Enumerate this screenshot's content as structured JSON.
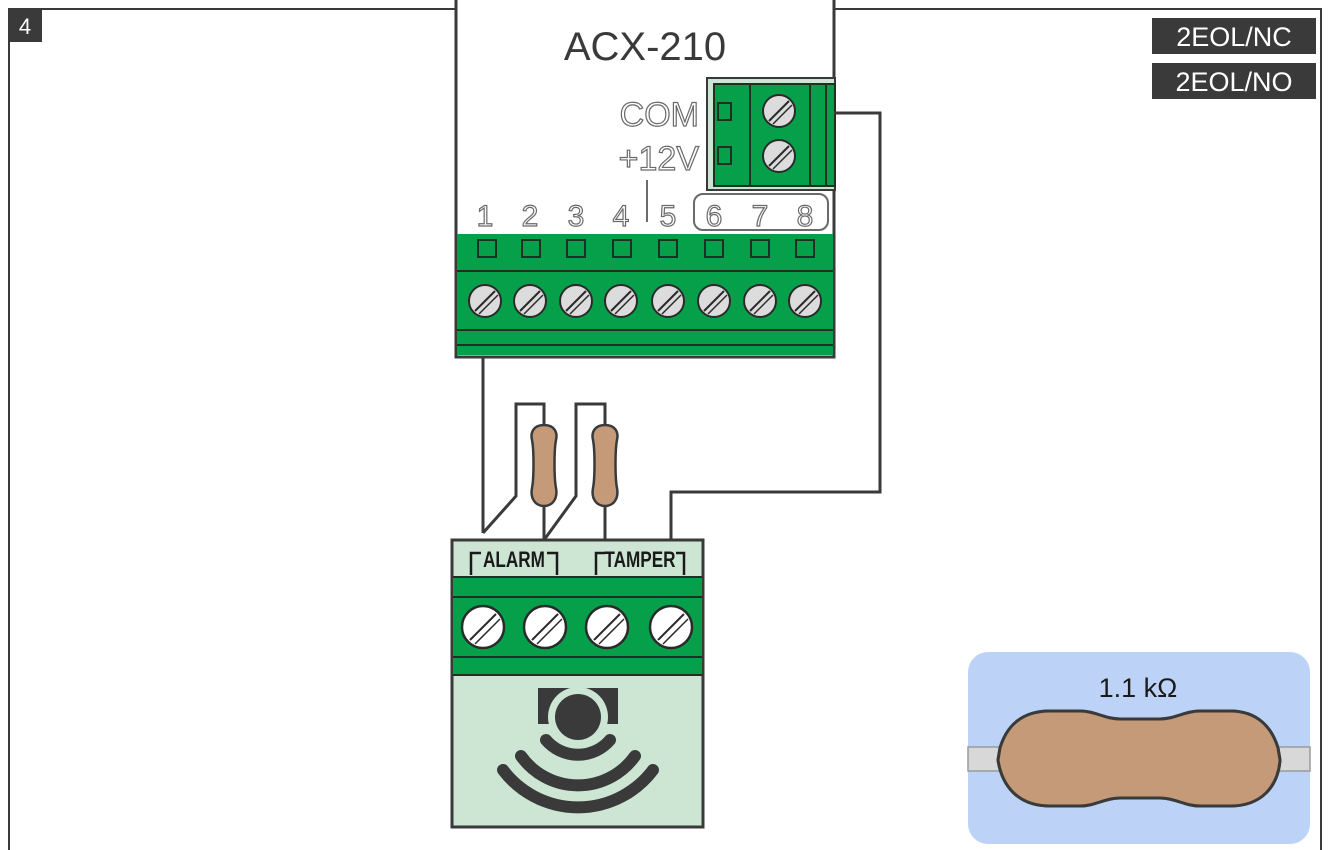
{
  "figure_number": "4",
  "badges": [
    "2EOL/NC",
    "2EOL/NO"
  ],
  "module": {
    "name": "ACX-210",
    "power_terminals": [
      "COM",
      "+12V"
    ],
    "terminal_numbers": [
      "1",
      "2",
      "3",
      "4",
      "5",
      "6",
      "7",
      "8"
    ]
  },
  "detector": {
    "group_labels": [
      "ALARM",
      "TAMPER"
    ]
  },
  "resistor": {
    "value_label": "1.1 kΩ",
    "band_colors": [
      "#7a2a2a",
      "#7a2a2a",
      "#cc1f2b",
      "#d8960c"
    ]
  },
  "colors": {
    "terminal_green": "#06a04a",
    "light_green": "#cde6d4",
    "resistor_body": "#c49a78",
    "resistor_panel": "#bcd3f7",
    "badge_bg": "#3a3a3a",
    "wire": "#3a3a3a"
  },
  "icons": {
    "screw": "screw-terminal-icon",
    "sensor": "wireless-detector-icon"
  }
}
